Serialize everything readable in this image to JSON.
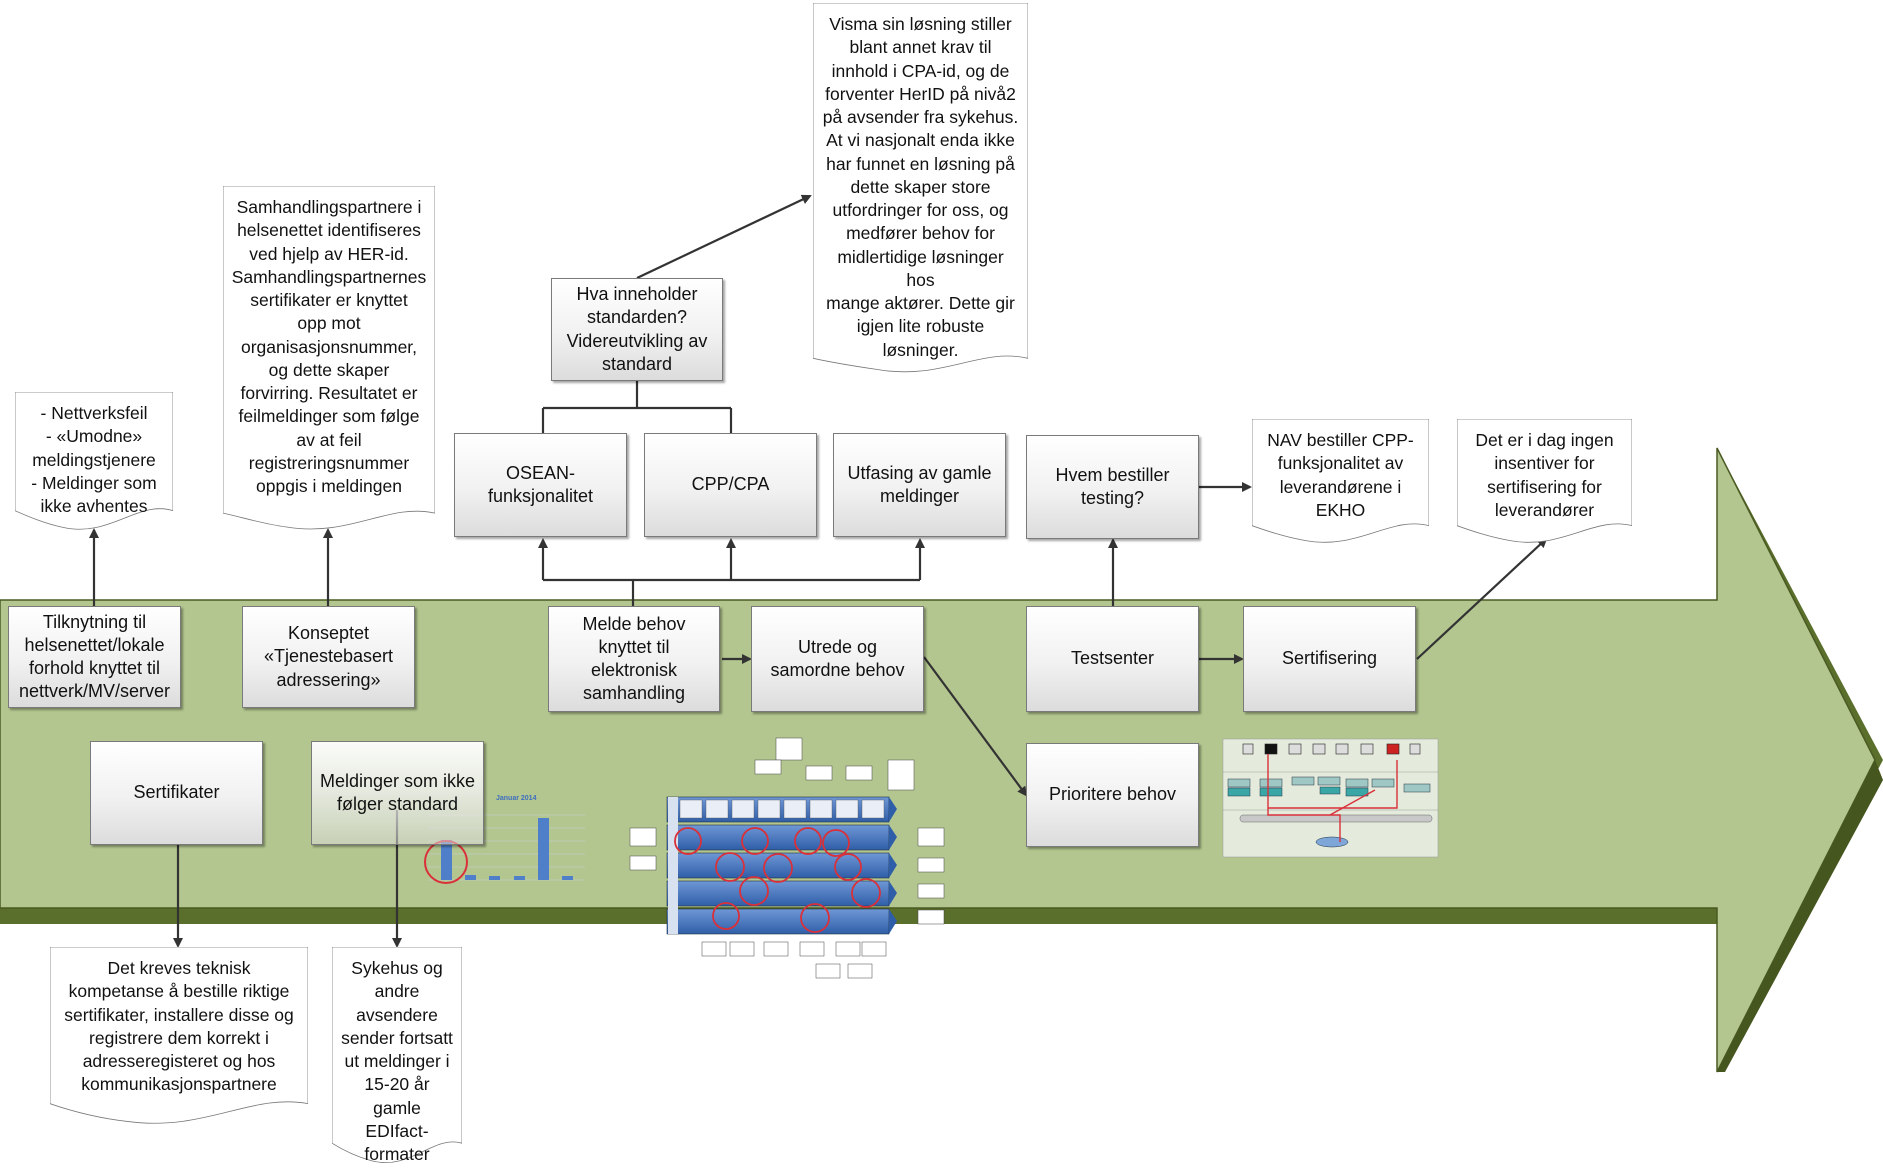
{
  "colors": {
    "arrow_fill": "#b3c68f",
    "arrow_dark": "#5b6f2c",
    "box_border": "#7a7a7a",
    "connector": "#333333",
    "highlight_red": "#d9303a",
    "thumb_blue": "#3d6fbf"
  },
  "boxes": {
    "tilknytning": "Tilknytning til helsenettet/lokale forhold knyttet til nettverk/MV/server",
    "konseptet": "Konseptet «Tjenestebasert adressering»",
    "melde_behov": "Melde behov knyttet til elektronisk samhandling",
    "utrede": "Utrede og samordne behov",
    "testsenter": "Testsenter",
    "sertifisering": "Sertifisering",
    "prioritere": "Prioritere behov",
    "sertifikater": "Sertifikater",
    "meldinger_ikke_standard": "Meldinger som ikke følger standard",
    "osean": "OSEAN-funksjonalitet",
    "cpp_cpa": "CPP/CPA",
    "utfasing": "Utfasing av gamle meldinger",
    "hva_inneholder": "Hva inneholder standarden? Videreutvikling av standard",
    "hvem_bestiller": "Hvem bestiller testing?"
  },
  "notes": {
    "nettverksfeil": "- Nettverksfeil\n- «Umodne»\nmeldingstjenere\n- Meldinger som\nikke avhentes",
    "samhandlingspartnere": "Samhandlingspartnere i\nhelsenettet identifiseres\nved hjelp av HER-id.\nSamhandlingspartnernes\nsertifikater er knyttet\nopp mot\norganisasjonsnummer,\nog dette skaper\nforvirring. Resultatet er\nfeilmeldinger som følge\nav at feil\nregistreringsnummer\noppgis i meldingen",
    "visma": "Visma sin løsning stiller\nblant annet krav til\ninnhold i CPA-id, og de\nforventer HerID på nivå2\npå avsender fra sykehus.\nAt vi nasjonalt enda ikke\nhar funnet en løsning på\ndette skaper store\nutfordringer for oss, og\nmedfører behov for\nmidlertidige løsninger hos\nmange aktører. Dette gir\nigjen lite robuste\nløsninger.",
    "nav": "NAV bestiller CPP-\nfunksjonalitet av\nleverandørene i\nEKHO",
    "insentiver": "Det er i dag ingen\ninsentiver for\nsertifisering for\nleverandører",
    "kompetanse": "Det kreves teknisk\nkompetanse å bestille riktige\nsertifikater, installere disse og\nregistrere dem korrekt i\nadresseregisteret og hos\nkommunikasjonspartnere",
    "sykehus": "Sykehus og\nandre\navsendere\nsender fortsatt\nut meldinger i\n15-20 år gamle\nEDIfact-\nformater"
  },
  "embedded_chart": {
    "title": "Januar 2014"
  }
}
